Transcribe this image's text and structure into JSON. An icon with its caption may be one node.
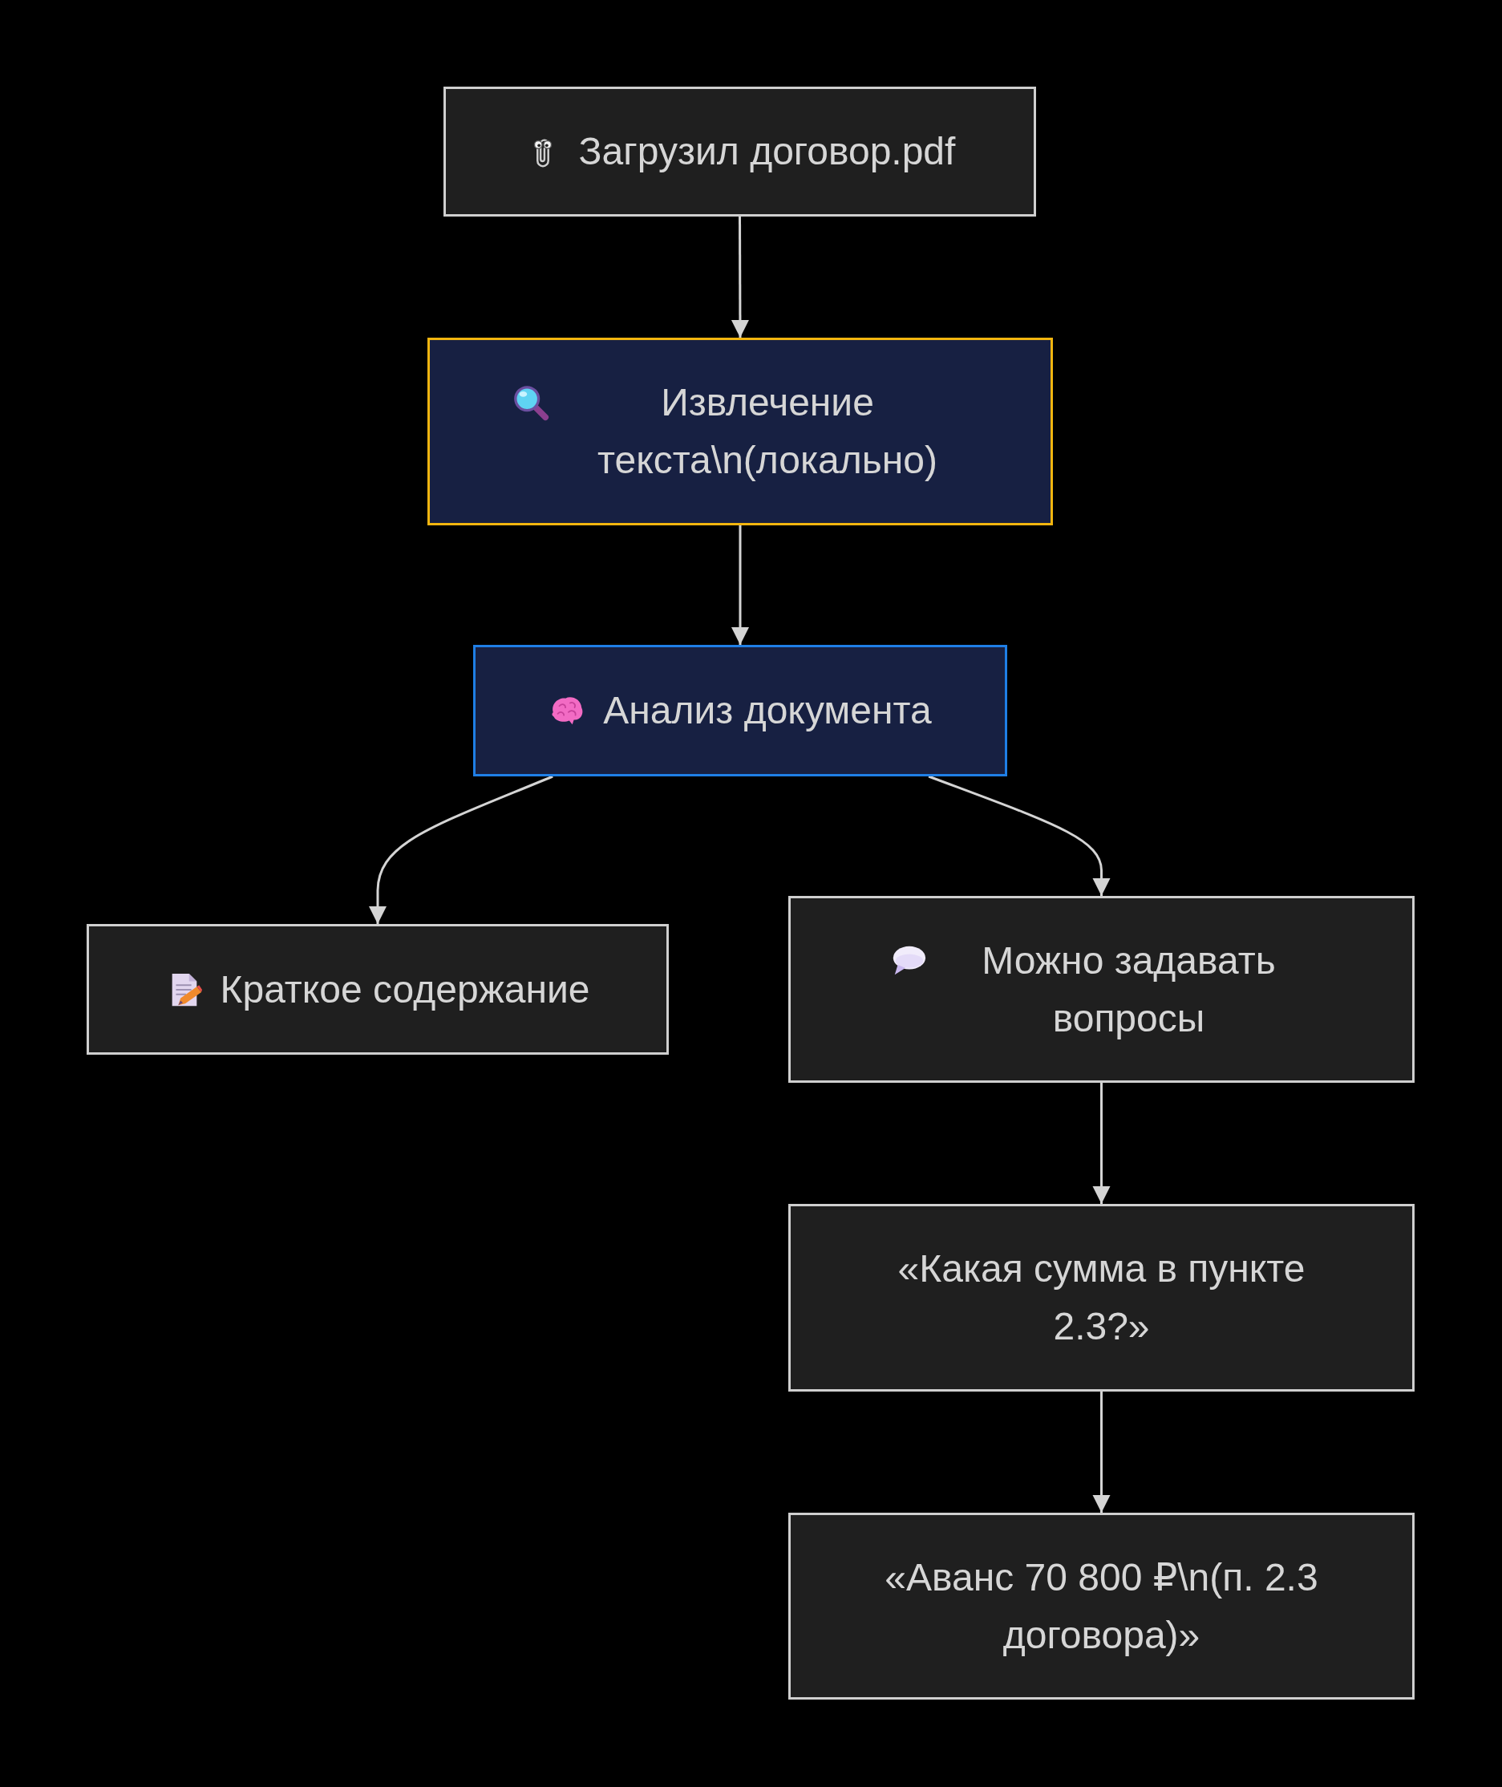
{
  "diagram": {
    "nodes": [
      {
        "text": [
          "Загрузил договор.pdf"
        ]
      },
      {
        "text": [
          "Извлечение текста\\n(локально)"
        ]
      },
      {
        "text": [
          "Анализ документа"
        ]
      },
      {
        "text": [
          "Краткое содержание"
        ]
      },
      {
        "text": [
          "Можно задавать вопросы"
        ]
      },
      {
        "text": [
          "«Какая сумма в пункте 2.3?»"
        ]
      },
      {
        "text": [
          "«Аванс 70 800 ₽\\n(п. 2.3 договора)»"
        ]
      }
    ],
    "edges": [
      {
        "from": 0,
        "to": 1,
        "arrow": "to"
      },
      {
        "from": 1,
        "to": 2,
        "arrow": "to"
      },
      {
        "from": 2,
        "to": 3,
        "arrow": "to"
      },
      {
        "from": 2,
        "to": 4,
        "arrow": "to"
      },
      {
        "from": 4,
        "to": 5,
        "arrow": "to"
      },
      {
        "from": 5,
        "to": 6,
        "arrow": "to"
      }
    ]
  }
}
